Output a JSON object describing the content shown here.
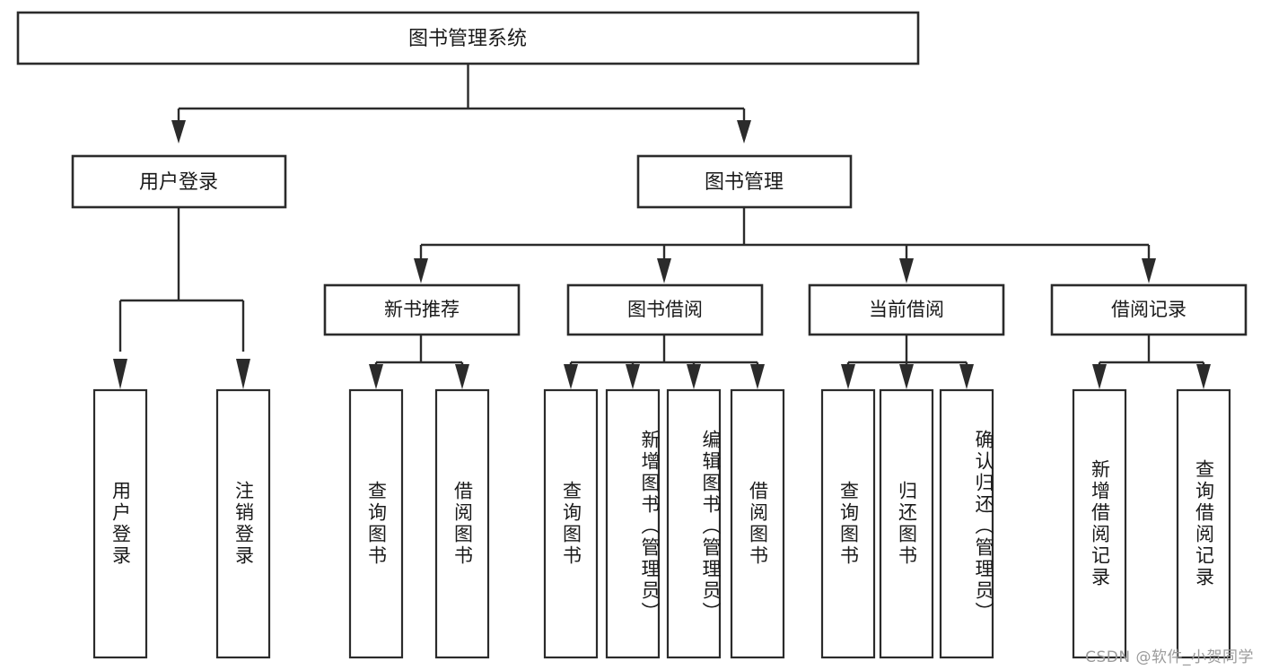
{
  "diagram": {
    "title": "图书管理系统",
    "type": "tree",
    "root": {
      "id": "root",
      "label": "图书管理系统"
    },
    "level2": [
      {
        "id": "user-login",
        "label": "用户登录"
      },
      {
        "id": "book-manage",
        "label": "图书管理"
      }
    ],
    "level3": [
      {
        "id": "new-book-recommend",
        "label": "新书推荐"
      },
      {
        "id": "book-borrow",
        "label": "图书借阅"
      },
      {
        "id": "current-borrow",
        "label": "当前借阅"
      },
      {
        "id": "borrow-record",
        "label": "借阅记录"
      }
    ],
    "leaves": {
      "user-login": [
        {
          "id": "leaf-user-login",
          "label": "用户登录"
        },
        {
          "id": "leaf-logout-login",
          "label": "注销登录"
        }
      ],
      "new-book-recommend": [
        {
          "id": "leaf-query-book-1",
          "label": "查询图书"
        },
        {
          "id": "leaf-borrow-book-1",
          "label": "借阅图书"
        }
      ],
      "book-borrow": [
        {
          "id": "leaf-query-book-2",
          "label": "查询图书"
        },
        {
          "id": "leaf-add-book",
          "label": "新增图书（管理员）"
        },
        {
          "id": "leaf-edit-book",
          "label": "编辑图书（管理员）"
        },
        {
          "id": "leaf-borrow-book-2",
          "label": "借阅图书"
        }
      ],
      "current-borrow": [
        {
          "id": "leaf-query-book-3",
          "label": "查询图书"
        },
        {
          "id": "leaf-return-book",
          "label": "归还图书"
        },
        {
          "id": "leaf-confirm-return",
          "label": "确认归还（管理员）"
        }
      ],
      "borrow-record": [
        {
          "id": "leaf-add-record",
          "label": "新增借阅记录"
        },
        {
          "id": "leaf-query-record",
          "label": "查询借阅记录"
        }
      ]
    }
  },
  "watermark": {
    "text": "CSDN @软件_小贺同学"
  },
  "colors": {
    "stroke": "#2b2b2b",
    "fill": "#ffffff",
    "text": "#1a1a1a",
    "watermark": "#9b9b9b"
  }
}
